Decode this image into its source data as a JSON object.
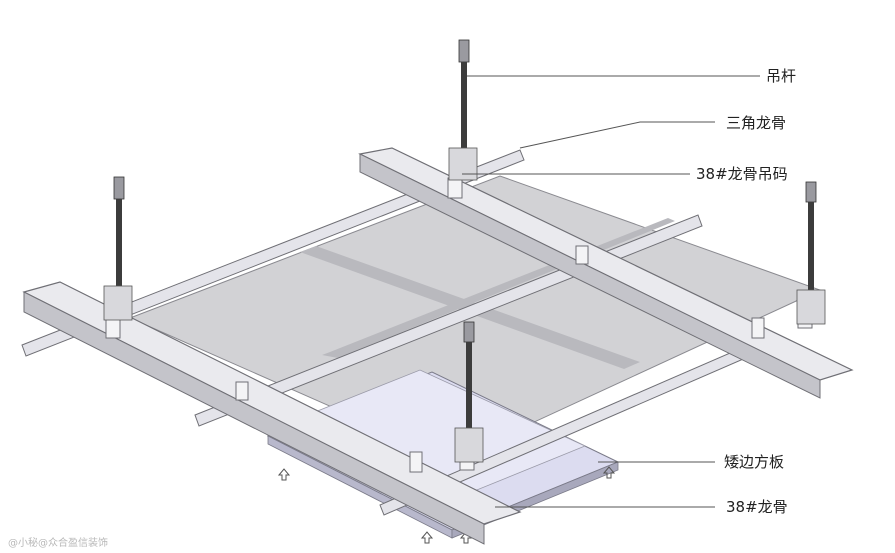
{
  "labels": {
    "hanger_rod": "吊杆",
    "triangle_keel": "三角龙骨",
    "keel_hanger_clip": "38#龙骨吊码",
    "recessed_edge_panel": "矮边方板",
    "keel_38": "38#龙骨"
  },
  "watermark": "@小秘@众合盈信装饰",
  "colors": {
    "panel_fill": "#cfcfd2",
    "keel_fill": "#e8e8ec",
    "keel_stroke": "#6f6f75",
    "rod_dark": "#3a3a3a",
    "line": "#444444"
  }
}
